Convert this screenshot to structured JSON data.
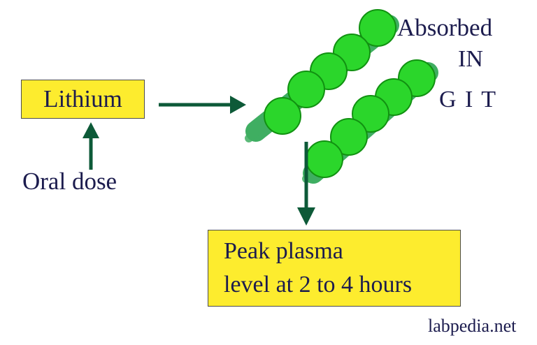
{
  "colors": {
    "canvas_bg": "#ffffff",
    "box_yellow": "#fdec2e",
    "box_border": "#4d4d4d",
    "text_navy": "#1c1c4e",
    "arrow_green": "#0d5a38",
    "circle_green": "#2bd62b",
    "circle_stroke": "#119111",
    "ribbon_green": "#3fae62"
  },
  "lithium_box": {
    "label": "Lithium"
  },
  "oral_dose_label": "Oral dose",
  "absorbed_label": {
    "line1": "Absorbed",
    "line2": "IN",
    "line3": "G I T"
  },
  "peak_box": {
    "line1": "Peak plasma",
    "line2": "level at 2 to 4 hours"
  },
  "watermark": "labpedia.net"
}
